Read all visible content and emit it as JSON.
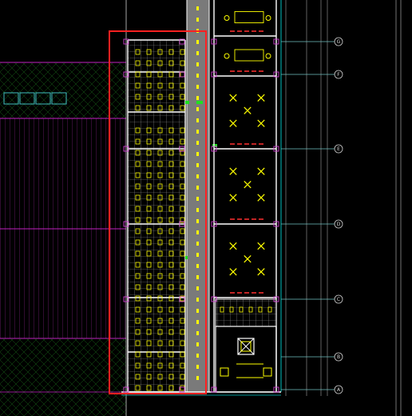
{
  "drawing": {
    "background": "#000000",
    "line_color": "#00ffff",
    "wall_color": "#ffffff",
    "fixture_color": "#ffff00",
    "highlight_color": "#ff2020",
    "roof_color": "#c020c0",
    "corridor_color": "#808080",
    "grid_color": "#70c0c0"
  },
  "grid_axes": [
    {
      "id": "axis-g",
      "label": "G"
    },
    {
      "id": "axis-f",
      "label": "F"
    },
    {
      "id": "axis-e",
      "label": "E"
    },
    {
      "id": "axis-d",
      "label": "D"
    },
    {
      "id": "axis-c",
      "label": "C"
    },
    {
      "id": "axis-b",
      "label": "B"
    },
    {
      "id": "axis-a",
      "label": "A"
    }
  ]
}
